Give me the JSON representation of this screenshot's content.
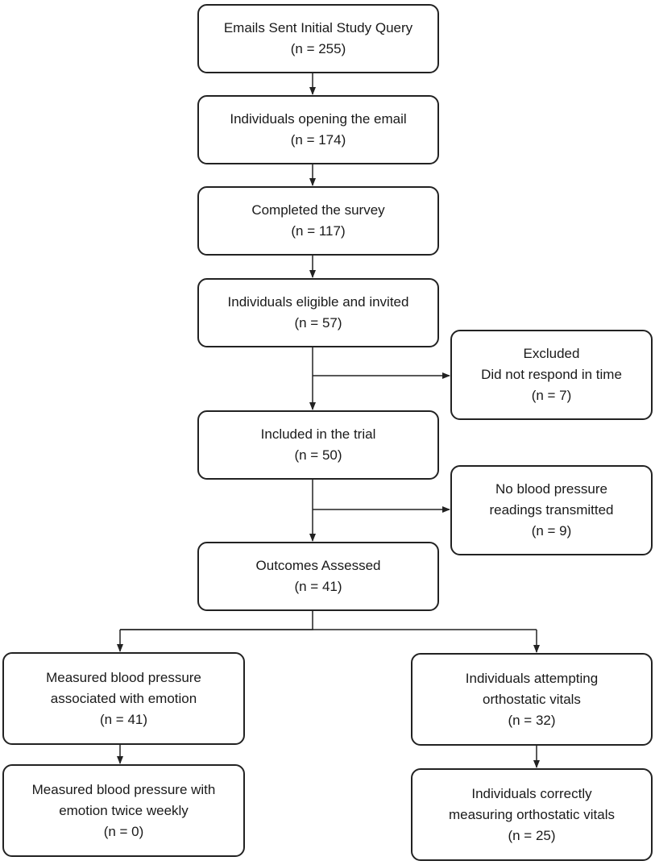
{
  "flowchart": {
    "emails_sent": {
      "title": "Emails Sent Initial Study Query",
      "count": "(n = 255)"
    },
    "opened_email": {
      "title": "Individuals opening the email",
      "count": "(n = 174)"
    },
    "completed_survey": {
      "title": "Completed the survey",
      "count": "(n = 117)"
    },
    "eligible_invited": {
      "title": "Individuals eligible and invited",
      "count": "(n = 57)"
    },
    "excluded": {
      "title": "Excluded",
      "reason": "Did not respond in time",
      "count": "(n = 7)"
    },
    "included": {
      "title": "Included in the trial",
      "count": "(n = 50)"
    },
    "no_bp_readings": {
      "line1": "No blood pressure",
      "line2": "readings transmitted",
      "count": "(n = 9)"
    },
    "outcomes_assessed": {
      "title": "Outcomes Assessed",
      "count": "(n = 41)"
    },
    "measured_bp_emotion": {
      "line1": "Measured blood pressure",
      "line2": "associated with emotion",
      "count": "(n = 41)"
    },
    "measured_bp_twice": {
      "line1": "Measured blood pressure with",
      "line2": "emotion twice weekly",
      "count": "(n = 0)"
    },
    "attempting_orthostatic": {
      "line1": "Individuals attempting",
      "line2": "orthostatic vitals",
      "count": "(n = 32)"
    },
    "correct_orthostatic": {
      "line1": "Individuals correctly",
      "line2": "measuring orthostatic vitals",
      "count": "(n = 25)"
    }
  },
  "colors": {
    "box_border": "#222222",
    "connector": "#222222",
    "text": "#1a1a1a",
    "background": "#ffffff"
  }
}
